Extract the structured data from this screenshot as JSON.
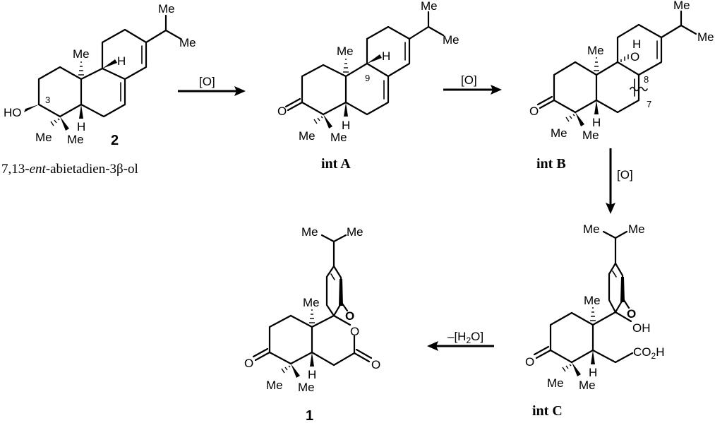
{
  "diagram": {
    "type": "reaction-scheme",
    "title": "",
    "atoms": {
      "me": "Me",
      "h": "H",
      "o": "O",
      "ho": "HO",
      "oh": "OH",
      "co2h_c": "CO",
      "co2h_sub": "2",
      "co2h_h": "H"
    },
    "compounds": [
      {
        "id": "2",
        "label": "2",
        "name_prefix": "7,13-",
        "name_italic": "ent",
        "name_suffix": "-abietadien-3β-ol",
        "locant": "3"
      },
      {
        "id": "intA",
        "label": "int A",
        "locant": "9"
      },
      {
        "id": "intB",
        "label": "int B",
        "locants": [
          "8",
          "7"
        ]
      },
      {
        "id": "intC",
        "label": "int C"
      },
      {
        "id": "1",
        "label": "1"
      }
    ],
    "arrows": [
      {
        "from": "2",
        "to": "intA",
        "reagent": "[O]",
        "direction": "right"
      },
      {
        "from": "intA",
        "to": "intB",
        "reagent": "[O]",
        "direction": "right"
      },
      {
        "from": "intB",
        "to": "intC",
        "reagent": "[O]",
        "direction": "down"
      },
      {
        "from": "intC",
        "to": "1",
        "reagent_prefix": "–[H",
        "reagent_sub": "2",
        "reagent_suffix": "O]",
        "direction": "left"
      }
    ]
  }
}
